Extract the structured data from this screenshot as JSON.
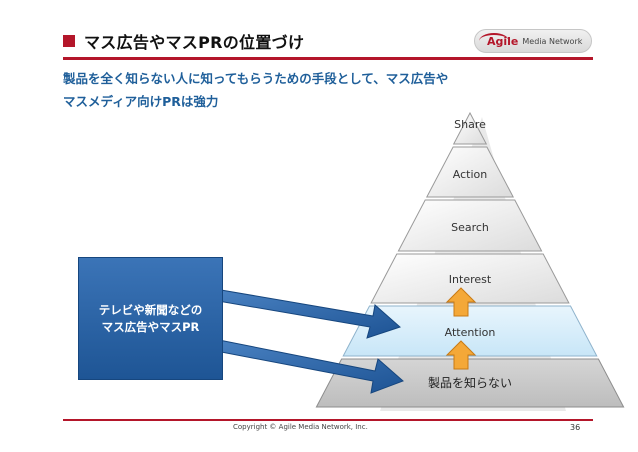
{
  "header": {
    "title": "マス広告やマスPRの位置づけ",
    "logo_main": "Agile",
    "logo_sub": "Media Network"
  },
  "subtitle": {
    "line1": "製品を全く知らない人に知ってもらうための手段として、マス広告や",
    "line2": "マスメディア向けPRは強力"
  },
  "left_box": {
    "line1": "テレビや新聞などの",
    "line2": "マス広告やマスPR"
  },
  "pyramid": {
    "levels": [
      "Share",
      "Action",
      "Search",
      "Interest",
      "Attention",
      "製品を知らない"
    ]
  },
  "footer": {
    "copyright": "Copyright © Agile Media Network, Inc.",
    "page": "36"
  },
  "colors": {
    "accent": "#b4162a",
    "box_blue": "#2a65a8",
    "arrow_orange": "#f4a838",
    "attention_fill": "#dbeefa"
  }
}
